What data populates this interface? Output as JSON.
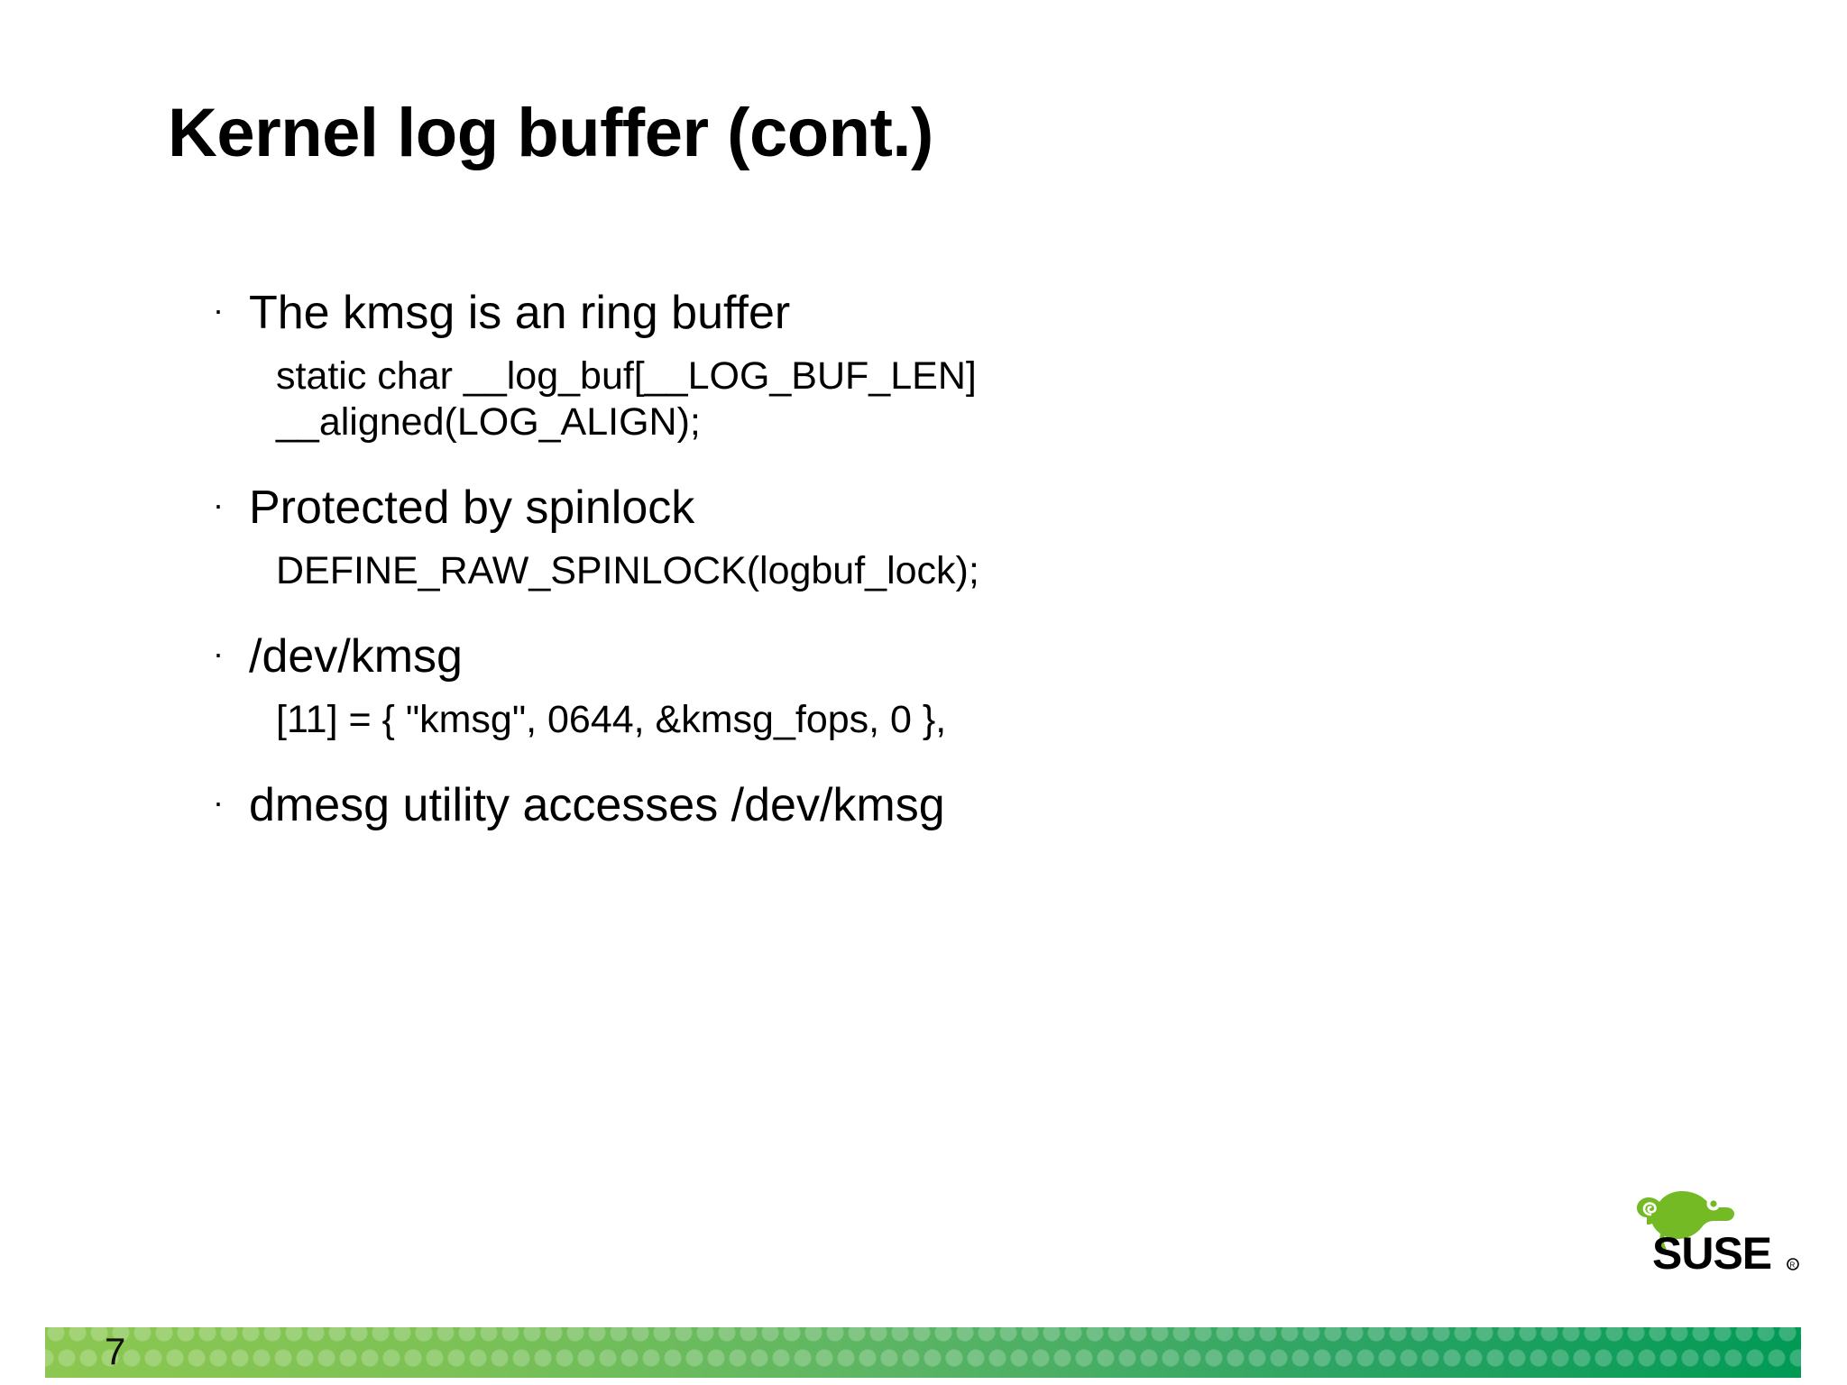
{
  "slide": {
    "title": "Kernel log buffer (cont.)",
    "page_number": "7",
    "blocks": [
      {
        "kind": "bullet",
        "marker": "·",
        "text": "The kmsg is an ring buffer"
      },
      {
        "kind": "code",
        "text": "static char __log_buf[__LOG_BUF_LEN] __aligned(LOG_ALIGN);"
      },
      {
        "kind": "bullet",
        "marker": "·",
        "text": "Protected by spinlock"
      },
      {
        "kind": "code",
        "text": "DEFINE_RAW_SPINLOCK(logbuf_lock);"
      },
      {
        "kind": "bullet",
        "marker": "·",
        "text": "/dev/kmsg"
      },
      {
        "kind": "code",
        "text": "[11] = { \"kmsg\", 0644, &kmsg_fops, 0 },"
      },
      {
        "kind": "bullet",
        "marker": "·",
        "text": "dmesg utility accesses /dev/kmsg"
      }
    ]
  },
  "branding": {
    "logo_name": "suse-logo",
    "wordmark": "SUSE",
    "trademark": "®",
    "chameleon_color": "#73ba25",
    "wordmark_color": "#000000"
  },
  "footer": {
    "bar_gradient_start": "#8cc751",
    "bar_gradient_end": "#009a55"
  }
}
